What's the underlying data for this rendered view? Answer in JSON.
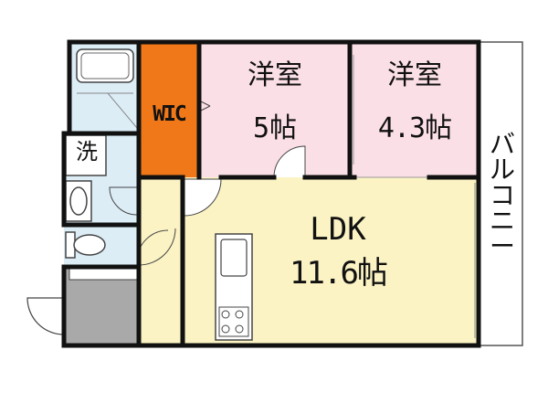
{
  "floorplan": {
    "rooms": {
      "wic": {
        "label": "WIC",
        "color": "#f07818"
      },
      "western_room_1": {
        "name": "洋室",
        "size": "5帖",
        "color": "#fbdfe6"
      },
      "western_room_2": {
        "name": "洋室",
        "size": "4.3帖",
        "color": "#fbdfe6"
      },
      "ldk": {
        "name": "LDK",
        "size": "11.6帖",
        "color": "#fbf3c4"
      },
      "washroom": {
        "label": "洗",
        "color": "#dcedf6"
      },
      "balcony": {
        "label": "バルコニー"
      },
      "entrance": {
        "color": "#a9a9a9"
      },
      "hallway": {
        "color": "#fbf3c4"
      }
    },
    "wall_color": "#111111"
  }
}
